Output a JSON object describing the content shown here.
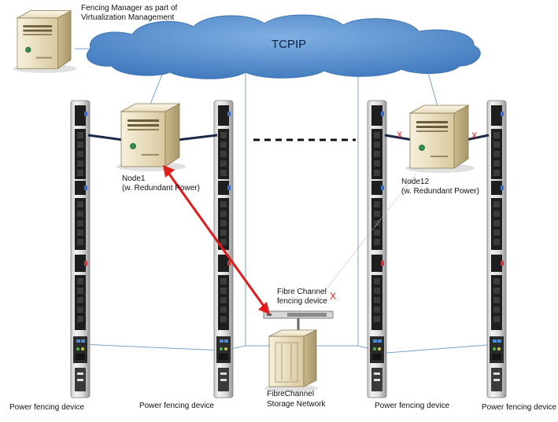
{
  "network": {
    "label": "TCPIP"
  },
  "fencing_manager": {
    "line1": "Fencing Manager as part of",
    "line2": "Virtualization Management"
  },
  "nodes": [
    {
      "name": "Node1",
      "detail": "(w. Redundant Power)"
    },
    {
      "name": "Node12",
      "detail": "(w. Redundant Power)"
    }
  ],
  "fc_device": {
    "line1": "Fibre Channel",
    "line2": "fencing device",
    "fail_mark": "X"
  },
  "storage": {
    "line1": "FibreChannel",
    "line2": "Storage Network"
  },
  "power_devices": [
    {
      "label": "Power fencing device"
    },
    {
      "label": "Power fencing device"
    },
    {
      "label": "Power fencing device"
    },
    {
      "label": "Power fencing device"
    }
  ],
  "broken_link_marks": [
    "X",
    "X"
  ],
  "colors": {
    "cloud": "#4f87c6",
    "server_body": "#efe4c8",
    "pdu_body": "#2b2b2b",
    "power_cable": "#1b2a4a",
    "fence_arrow": "#e01b1b",
    "network_line": "#7aa3c9",
    "fail_mark": "#e01b1b"
  }
}
